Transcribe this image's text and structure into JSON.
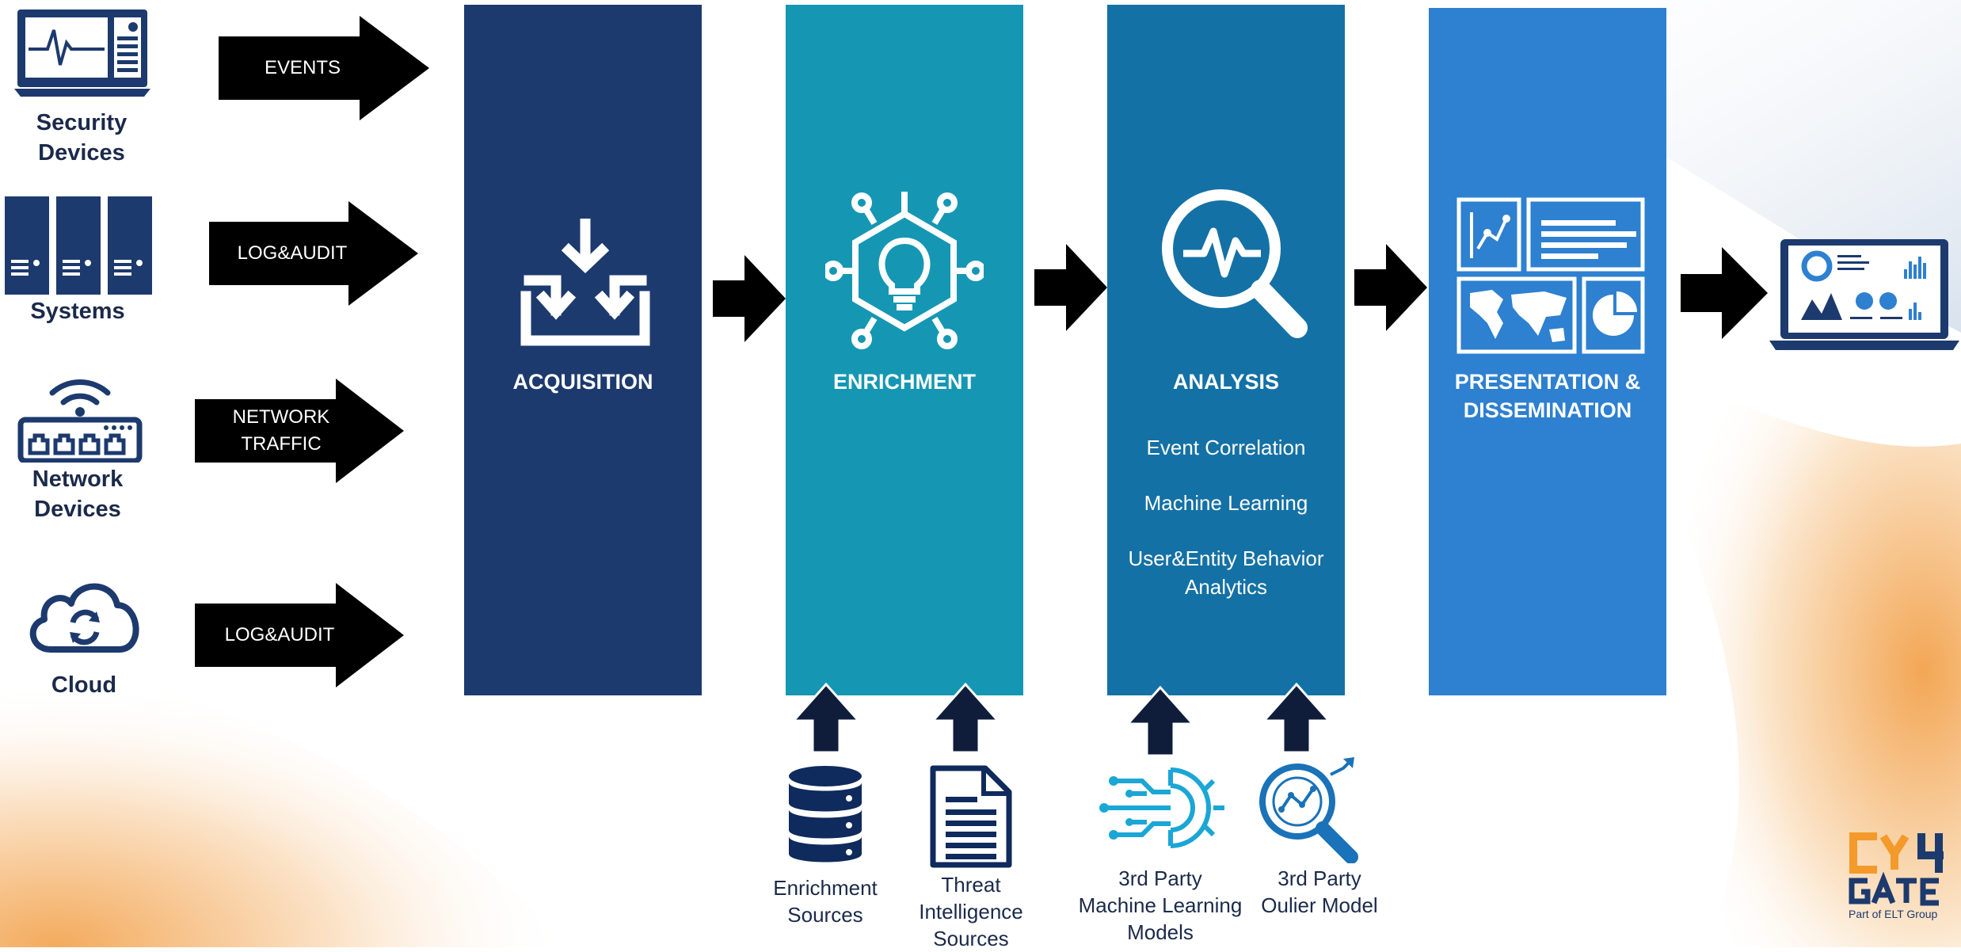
{
  "sources": [
    {
      "label_line1": "Security",
      "label_line2": "Devices",
      "icon": "monitor-dashboard-icon",
      "arrow_line1": "EVENTS",
      "arrow_line2": ""
    },
    {
      "label_line1": "Systems",
      "label_line2": "",
      "icon": "server-rack-icon",
      "arrow_line1": "LOG&AUDIT",
      "arrow_line2": ""
    },
    {
      "label_line1": "Network",
      "label_line2": "Devices",
      "icon": "router-icon",
      "arrow_line1": "NETWORK",
      "arrow_line2": "TRAFFIC"
    },
    {
      "label_line1": "Cloud",
      "label_line2": "",
      "icon": "cloud-sync-icon",
      "arrow_line1": "LOG&AUDIT",
      "arrow_line2": ""
    }
  ],
  "stages": {
    "acquisition": {
      "title": "ACQUISITION",
      "color": "#1d3a6e",
      "icon": "inbox-download-icon"
    },
    "enrichment": {
      "title": "ENRICHMENT",
      "color": "#1597b3",
      "icon": "lightbulb-hexagon-icon"
    },
    "analysis": {
      "title": "ANALYSIS",
      "color": "#1471a5",
      "icon": "magnifier-pulse-icon",
      "items": [
        "Event Correlation",
        "Machine Learning",
        "User&Entity Behavior",
        "Analytics"
      ]
    },
    "presentation": {
      "title_line1": "PRESENTATION &",
      "title_line2": "DISSEMINATION",
      "color": "#2e80d0",
      "icon": "dashboard-panels-icon"
    }
  },
  "bottom_sources": [
    {
      "line1": "Enrichment",
      "line2": "Sources",
      "line3": "",
      "icon": "database-icon"
    },
    {
      "line1": "Threat",
      "line2": "Intelligence",
      "line3": "Sources",
      "icon": "document-icon"
    },
    {
      "line1": "3rd Party",
      "line2": "Machine Learning",
      "line3": "Models",
      "icon": "ai-circuit-icon"
    },
    {
      "line1": "3rd Party",
      "line2": "Oulier Model",
      "line3": "",
      "icon": "search-analytics-icon"
    }
  ],
  "output": {
    "icon": "laptop-dashboard-icon"
  },
  "logo": {
    "text": "CY4 GATE",
    "tagline": "Part of ELT Group",
    "accent": "#f39a2b",
    "dark": "#1d3a6e"
  }
}
